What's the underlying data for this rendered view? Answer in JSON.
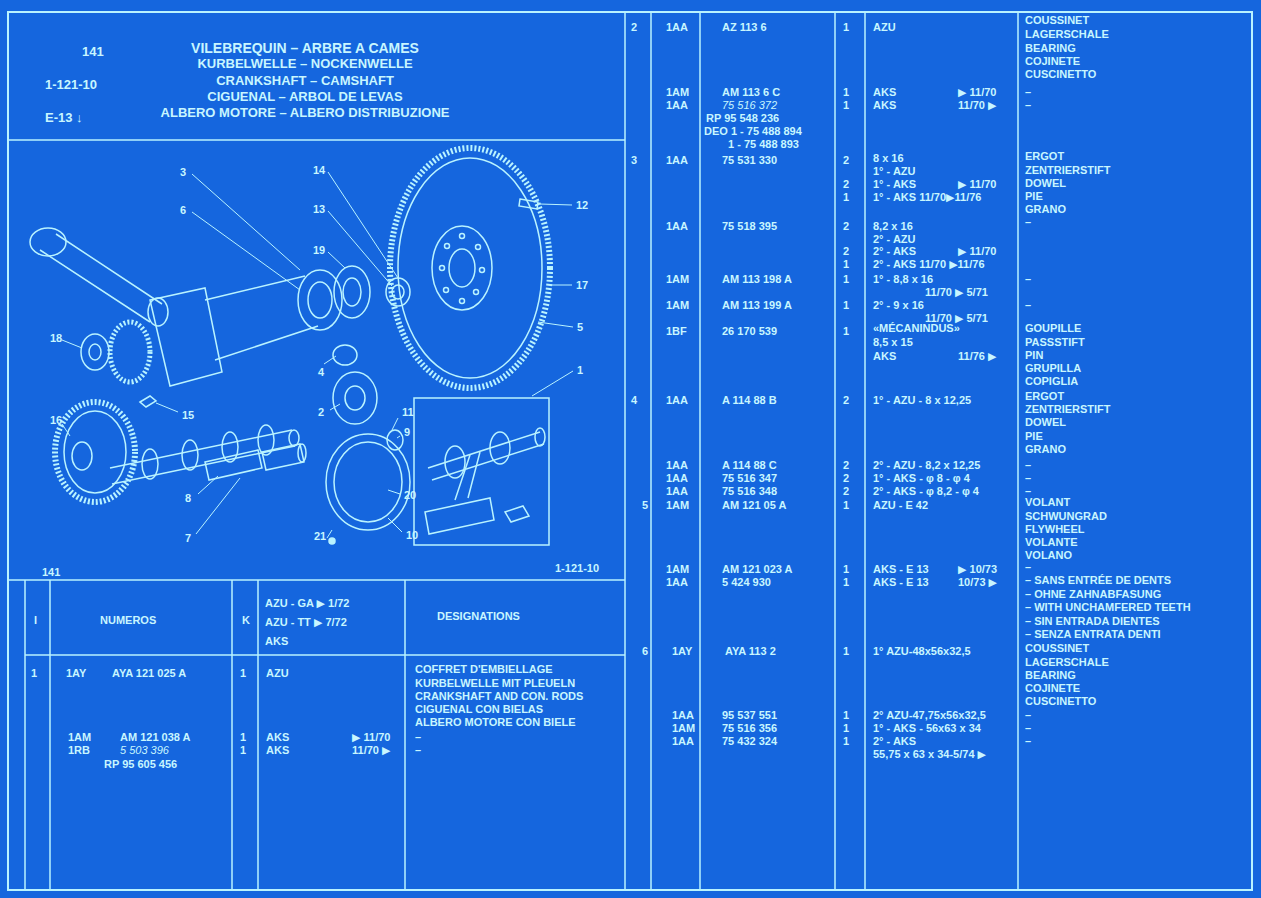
{
  "diagram": {
    "title": "VILEBREQUIN – ARBRE A CAMES",
    "nodes": [
      {
        "text": [
          "141",
          "1-121-10",
          "E-13 ↓",
          "KURBELWELLE – NOCKENWELLE",
          "CRANKSHAFT – CAMSHAFT",
          "CIGUENAL – ARBOL DE LEVAS",
          "ALBERO MOTORE – ALBERO DISTRIBUZIONE"
        ]
      },
      {
        "text": [
          "141",
          "1-121-10"
        ]
      }
    ],
    "labels": [
      "3",
      "6",
      "14",
      "13",
      "19",
      "12",
      "17",
      "5",
      "1",
      "4",
      "2",
      "11",
      "9",
      "18",
      "16",
      "15",
      "8",
      "7",
      "20",
      "21",
      "10",
      "I",
      "NUMEROS",
      "K",
      "AZU - GA ▶ 1/72",
      "AZU - TT ▶ 7/72",
      "AKS",
      "DESIGNATIONS",
      "1",
      "1AY",
      "AYA 121 025 A",
      "1",
      "AZU",
      "COFFRET D'EMBIELLAGE",
      "KURBELWELLE MIT PLEUELN",
      "CRANKSHAFT AND CON. RODS",
      "CIGUENAL CON BIELAS",
      "ALBERO MOTORE CON BIELE",
      "1AM",
      "AM 121 038 A",
      "1",
      "AKS",
      "▶ 11/70",
      "–",
      "1RB",
      "5 503 396",
      "1",
      "AKS",
      "11/70 ▶",
      "–",
      "RP 95 605 456",
      "2",
      "1AA",
      "AZ 113 6",
      "1",
      "AZU",
      "COUSSINET",
      "LAGERSCHALE",
      "BEARING",
      "COJINETE",
      "CUSCINETTO",
      "1AM",
      "AM 113 6 C",
      "1",
      "AKS",
      "▶ 11/70",
      "–",
      "1AA",
      "75 516 372",
      "1",
      "AKS",
      "11/70 ▶",
      "–",
      "RP 95 548 236",
      "DEO 1 - 75 488 894",
      "1 - 75 488 893",
      "3",
      "1AA",
      "75 531 330",
      "2",
      "8 x 16",
      "1° - AZU",
      "ERGOT",
      "ZENTRIERSTIFT",
      "DOWEL",
      "PIE",
      "GRANO",
      "2",
      "1° - AKS",
      "▶ 11/70",
      "1",
      "1° - AKS 11/70▶11/76",
      "1AA",
      "75 518 395",
      "2",
      "8,2 x 16",
      "–",
      "2° - AZU",
      "2",
      "2° - AKS",
      "▶ 11/70",
      "1",
      "2° - AKS 11/70 ▶11/76",
      "1AM",
      "AM 113 198 A",
      "1",
      "1° - 8,8 x 16",
      "–",
      "11/70 ▶ 5/71",
      "1AM",
      "AM 113 199 A",
      "1",
      "2° - 9 x 16",
      "–",
      "11/70 ▶ 5/71",
      "1BF",
      "26 170 539",
      "1",
      "«MÉCANINDUS»",
      "8,5 x 15",
      "AKS",
      "11/76 ▶",
      "GOUPILLE",
      "PASSSTIFT",
      "PIN",
      "GRUPILLA",
      "COPIGLIA",
      "4",
      "1AA",
      "A 114 88 B",
      "2",
      "1° - AZU - 8 x 12,25",
      "ERGOT",
      "ZENTRIERSTIFT",
      "DOWEL",
      "PIE",
      "GRANO",
      "1AA",
      "A 114 88 C",
      "2",
      "2° - AZU - 8,2 x 12,25",
      "–",
      "1AA",
      "75 516 347",
      "2",
      "1° - AKS - φ 8 - φ 4",
      "–",
      "1AA",
      "75 516 348",
      "2",
      "2° - AKS - φ 8,2 - φ 4",
      "–",
      "5",
      "1AM",
      "AM 121 05 A",
      "1",
      "AZU - E 42",
      "VOLANT",
      "SCHWUNGRAD",
      "FLYWHEEL",
      "VOLANTE",
      "VOLANO",
      "1AM",
      "AM 121 023 A",
      "1",
      "AKS - E 13",
      "▶ 10/73",
      "–",
      "1AA",
      "5 424 930",
      "1",
      "AKS - E 13",
      "10/73 ▶",
      "– SANS ENTRÉE DE DENTS",
      "– OHNE ZAHNABFASUNG",
      "– WITH UNCHAMFERED TEETH",
      "– SIN ENTRADA DIENTES",
      "– SENZA ENTRATA DENTI",
      "6",
      "1AY",
      "AYA 113 2",
      "1",
      "1° AZU-48x56x32,5",
      "COUSSINET",
      "LAGERSCHALE",
      "BEARING",
      "COJINETE",
      "CUSCINETTO",
      "1AA",
      "95 537 551",
      "1",
      "2° AZU-47,75x56x32,5",
      "–",
      "1AM",
      "75 516 356",
      "1",
      "1° - AKS - 56x63 x 34",
      "–",
      "1AA",
      "75 432 324",
      "1",
      "2° - AKS",
      "–",
      "55,75 x 63 x 34-5/74 ▶"
    ]
  }
}
